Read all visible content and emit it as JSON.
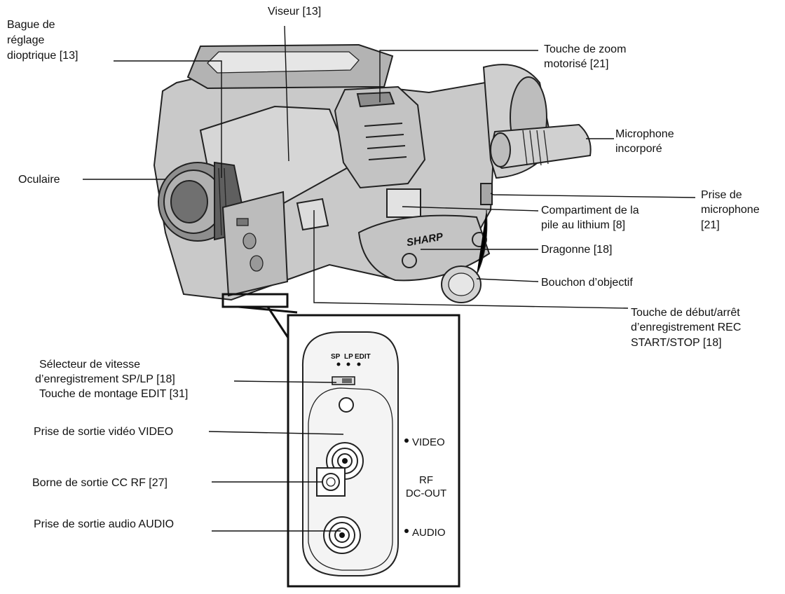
{
  "labels": {
    "diopter_ring": [
      "Bague de",
      "réglage",
      "dioptrique [13]"
    ],
    "viewfinder": "Viseur [13]",
    "zoom_button": [
      "Touche de zoom",
      "motorisé [21]"
    ],
    "built_in_mic": [
      "Microphone",
      "incorporé"
    ],
    "eyepiece": "Oculaire",
    "mic_jack": [
      "Prise de",
      "microphone",
      "[21]"
    ],
    "battery_compartment": [
      "Compartiment de la",
      "pile au lithium [8]"
    ],
    "hand_strap": "Dragonne [18]",
    "lens_cap": "Bouchon d’objectif",
    "rec_button": [
      "Touche de début/arrêt",
      "d’enregistrement REC",
      "START/STOP [18]"
    ],
    "speed_selector": [
      "Sélecteur de vitesse",
      "d’enregistrement SP/LP [18]",
      "Touche de montage EDIT [31]"
    ],
    "video_out": "Prise de sortie vidéo VIDEO",
    "rf_out": "Borne de sortie CC RF [27]",
    "audio_out": "Prise de sortie audio AUDIO"
  },
  "panel": {
    "switch_marks": [
      "SP",
      "LP",
      "EDIT"
    ],
    "video": "VIDEO",
    "rf": [
      "RF",
      "DC-OUT"
    ],
    "audio": "AUDIO"
  },
  "brand": "SHARP"
}
